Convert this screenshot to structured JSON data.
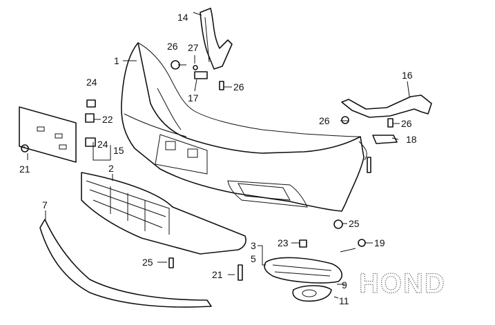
{
  "diagram": {
    "callouts": [
      {
        "key": "c1",
        "label": "1"
      },
      {
        "key": "c2",
        "label": "2"
      },
      {
        "key": "c3",
        "label": "3"
      },
      {
        "key": "c5",
        "label": "5"
      },
      {
        "key": "c7",
        "label": "7"
      },
      {
        "key": "c9",
        "label": "9"
      },
      {
        "key": "c11",
        "label": "11"
      },
      {
        "key": "c14",
        "label": "14"
      },
      {
        "key": "c15",
        "label": "15"
      },
      {
        "key": "c16",
        "label": "16"
      },
      {
        "key": "c17",
        "label": "17"
      },
      {
        "key": "c18",
        "label": "18"
      },
      {
        "key": "c19",
        "label": "19"
      },
      {
        "key": "c21a",
        "label": "21"
      },
      {
        "key": "c21b",
        "label": "21"
      },
      {
        "key": "c22",
        "label": "22"
      },
      {
        "key": "c23",
        "label": "23"
      },
      {
        "key": "c24a",
        "label": "24"
      },
      {
        "key": "c24b",
        "label": "24"
      },
      {
        "key": "c25a",
        "label": "25"
      },
      {
        "key": "c25b",
        "label": "25"
      },
      {
        "key": "c26a",
        "label": "26"
      },
      {
        "key": "c26b",
        "label": "26"
      },
      {
        "key": "c26c",
        "label": "26"
      },
      {
        "key": "c26d",
        "label": "26"
      },
      {
        "key": "c27",
        "label": "27"
      }
    ],
    "watermark": "HOND"
  }
}
